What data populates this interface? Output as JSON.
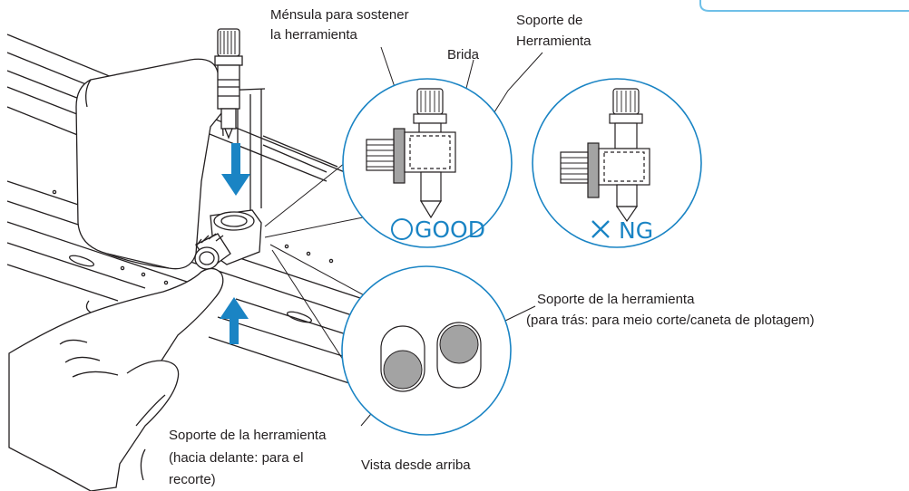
{
  "labels": {
    "bracket_line1": "Ménsula para sostener",
    "bracket_line2": "la herramienta",
    "holder_top_line1": "Soporte de",
    "holder_top_line2": "Herramienta",
    "flange": "Brida",
    "good": "GOOD",
    "ng": "NG",
    "holder_back_line1": "Soporte de la herramienta",
    "holder_back_line2": "(para trás: para meio corte/caneta de plotagem)",
    "holder_front_line1": "Soporte de la herramienta",
    "holder_front_line2": "(hacia delante: para el",
    "holder_front_line3": "recorte)",
    "top_view": "Vista desde arriba"
  },
  "colors": {
    "accent": "#1a84c4",
    "line": "#231f20",
    "gray_fill": "#a3a3a3",
    "light_gray": "#e6e6e6"
  }
}
